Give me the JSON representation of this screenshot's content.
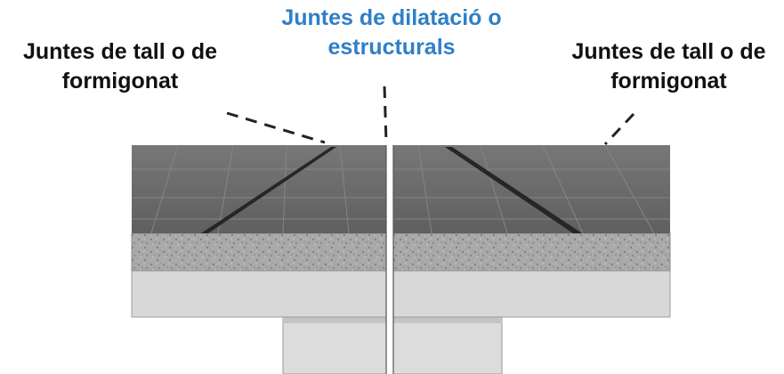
{
  "labels": {
    "left": {
      "line1": "Juntes de tall o de",
      "line2": "formigonat"
    },
    "center": {
      "line1": "Juntes de dilatació o",
      "line2": "estructurals"
    },
    "right": {
      "line1": "Juntes de tall o de",
      "line2": "formigonat"
    }
  },
  "colors": {
    "label_text": "#111111",
    "label_accent": "#2f7fc6",
    "slab_top": "#6b6b6b",
    "tile_lines": "#7a7a7a",
    "aggregate": "#a6a6a6",
    "base_layer": "#d6d6d6",
    "support": "#d9d9d9",
    "cut_joint": "#2a2a2a",
    "leader_line": "#222222"
  }
}
